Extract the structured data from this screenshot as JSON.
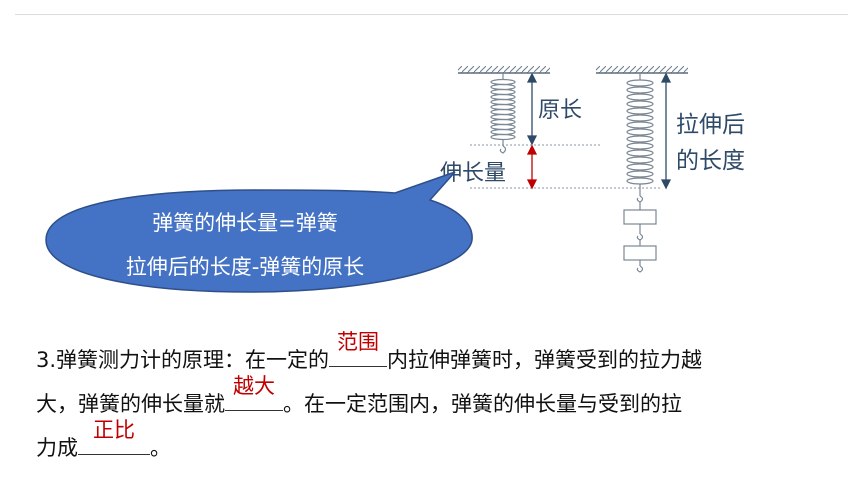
{
  "diagram": {
    "label_original_length": "原长",
    "label_extension": "伸长量",
    "label_stretched_length_line1": "拉伸后",
    "label_stretched_length_line2": "的长度"
  },
  "callout": {
    "line1": "弹簧的伸长量=弹簧",
    "line2": "拉伸后的长度-弹簧的原长",
    "fill_color": "#4472c4"
  },
  "question": {
    "seg1": "3.弹簧测力计的原理：在一定的",
    "blank1": "范围",
    "seg2": "内拉伸弹簧时，弹簧受到的拉力越",
    "seg3": "大，弹簧的伸长量就",
    "blank2": "越大",
    "seg4": "。在一定范围内，弹簧的伸长量与受到的拉",
    "seg5": "力成",
    "blank3": "正比",
    "seg6": "。"
  }
}
